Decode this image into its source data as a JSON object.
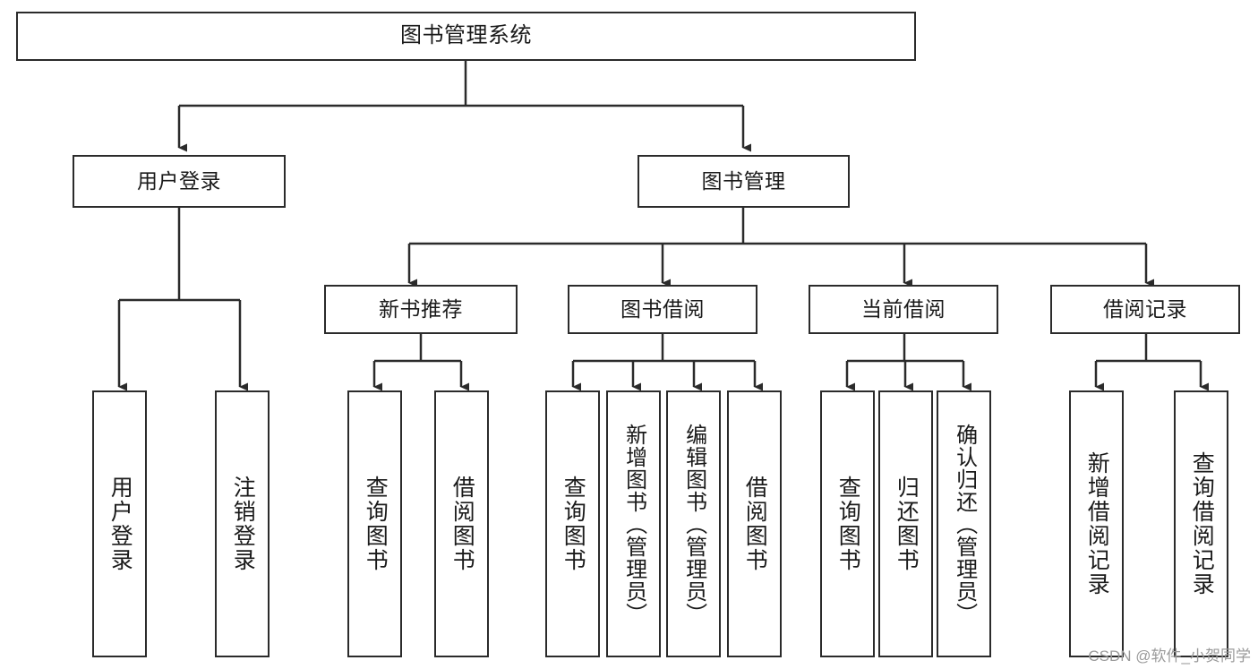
{
  "diagram": {
    "title": "图书管理系统",
    "type": "hierarchy-tree",
    "watermark": "CSDN @软件_小贺同学",
    "colors": {
      "background": "#ffffff",
      "box_border": "#2b2b2b",
      "box_fill": "#ffffff",
      "connector": "#2b2b2b",
      "text": "#1a1a1a",
      "watermark": "#9a9a9a"
    },
    "levels": {
      "root": {
        "label": "图书管理系统"
      },
      "level2": [
        {
          "label": "用户登录"
        },
        {
          "label": "图书管理"
        }
      ],
      "level3": [
        {
          "label": "新书推荐"
        },
        {
          "label": "图书借阅"
        },
        {
          "label": "当前借阅"
        },
        {
          "label": "借阅记录"
        }
      ],
      "leaves": {
        "user_login": [
          {
            "label": "用户登录"
          },
          {
            "label": "注销登录"
          }
        ],
        "new_book_recommend": [
          {
            "label": "查询图书"
          },
          {
            "label": "借阅图书"
          }
        ],
        "book_borrow": [
          {
            "label": "查询图书"
          },
          {
            "label": "新增图书（管理员）"
          },
          {
            "label": "编辑图书（管理员）"
          },
          {
            "label": "借阅图书"
          }
        ],
        "current_borrow": [
          {
            "label": "查询图书"
          },
          {
            "label": "归还图书"
          },
          {
            "label": "确认归还（管理员）"
          }
        ],
        "borrow_records": [
          {
            "label": "新增借阅记录"
          },
          {
            "label": "查询借阅记录"
          }
        ]
      }
    }
  }
}
